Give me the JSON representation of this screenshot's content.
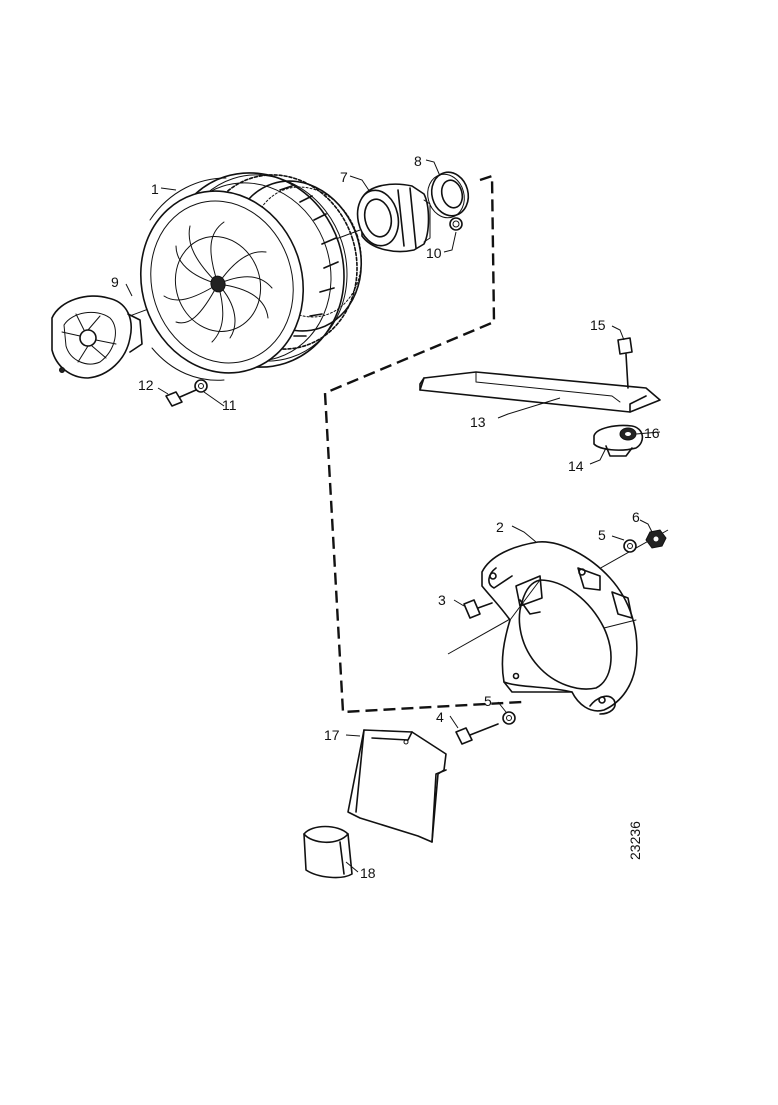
{
  "diagram": {
    "drawing_number": "23236",
    "callouts": [
      {
        "id": "c1",
        "text": "1"
      },
      {
        "id": "c2",
        "text": "2"
      },
      {
        "id": "c3",
        "text": "3"
      },
      {
        "id": "c4",
        "text": "4"
      },
      {
        "id": "c5a",
        "text": "5"
      },
      {
        "id": "c5b",
        "text": "5"
      },
      {
        "id": "c6",
        "text": "6"
      },
      {
        "id": "c7",
        "text": "7"
      },
      {
        "id": "c8",
        "text": "8"
      },
      {
        "id": "c9",
        "text": "9"
      },
      {
        "id": "c10",
        "text": "10"
      },
      {
        "id": "c11",
        "text": "11"
      },
      {
        "id": "c12",
        "text": "12"
      },
      {
        "id": "c13",
        "text": "13"
      },
      {
        "id": "c14",
        "text": "14"
      },
      {
        "id": "c15",
        "text": "15"
      },
      {
        "id": "c16",
        "text": "16"
      },
      {
        "id": "c17",
        "text": "17"
      },
      {
        "id": "c18",
        "text": "18"
      }
    ]
  }
}
